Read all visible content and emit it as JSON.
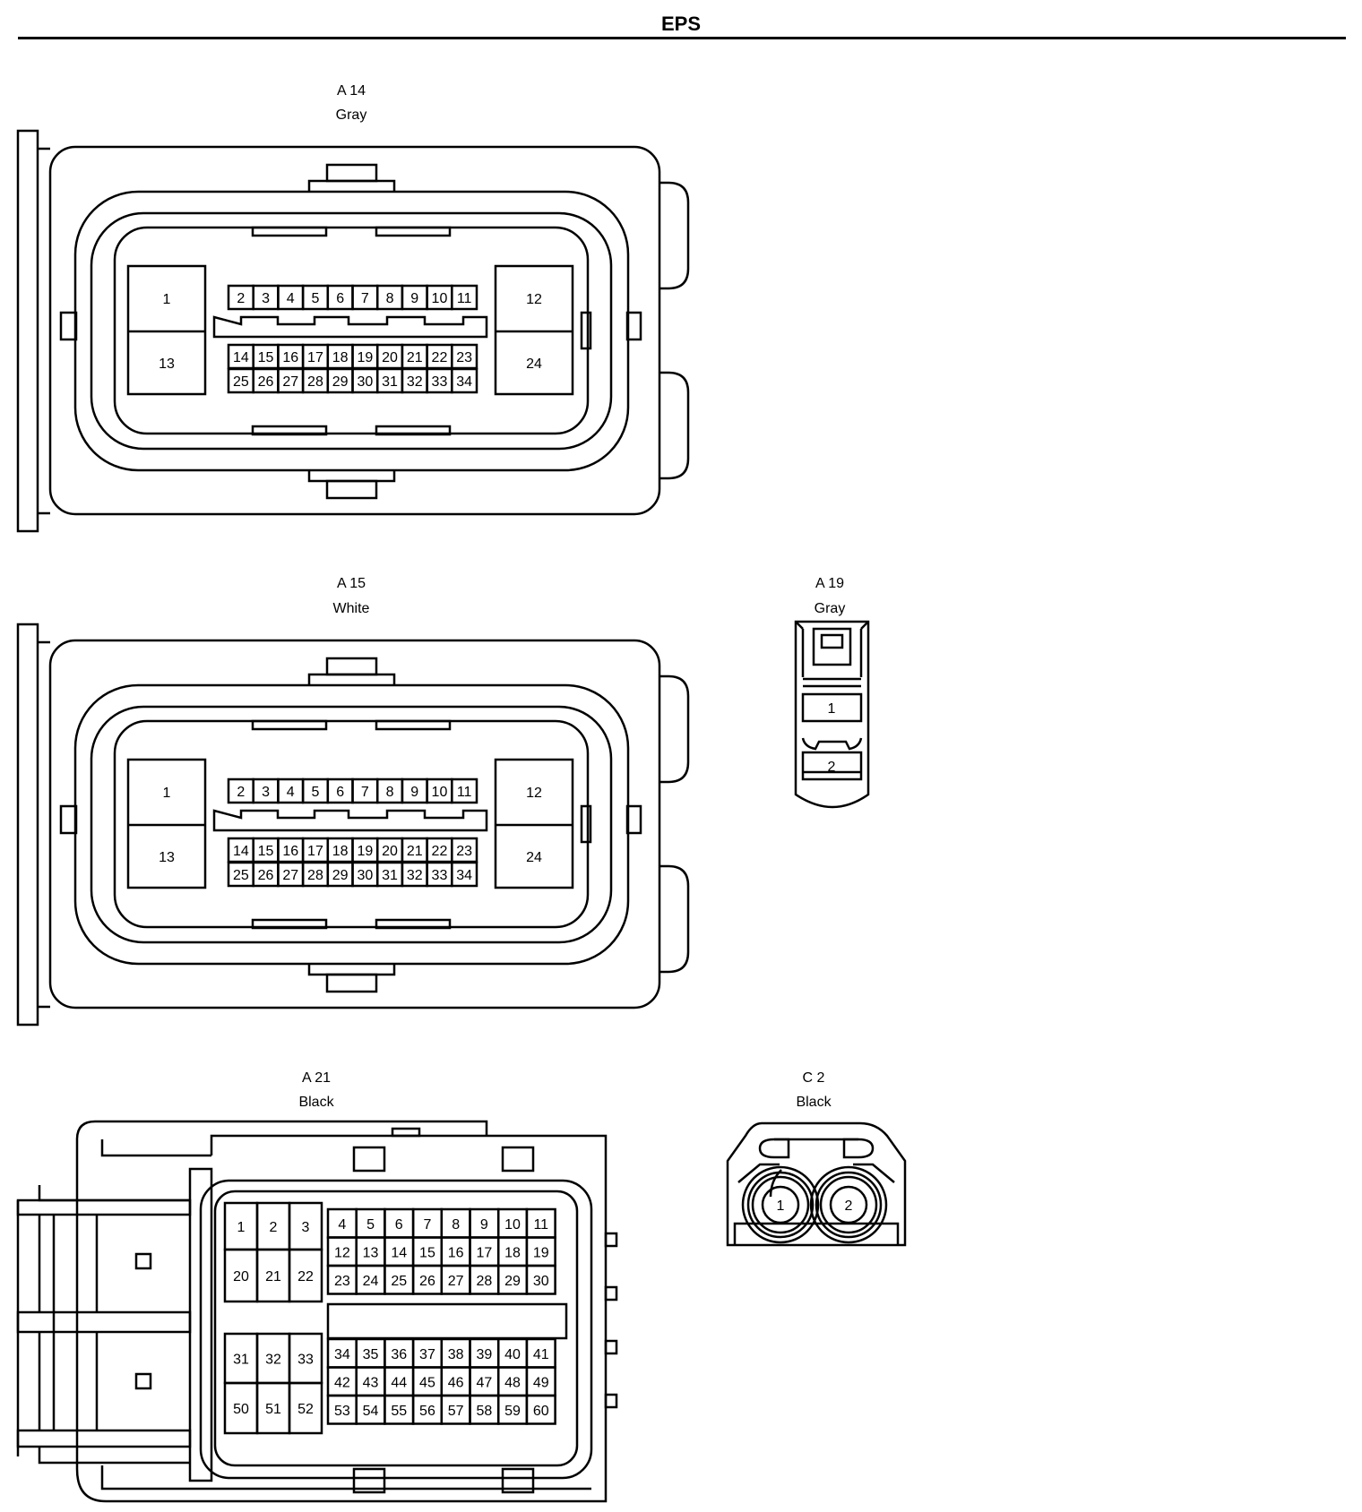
{
  "title": "EPS",
  "connectors": [
    {
      "id": "a14",
      "code": "A 14",
      "color": "Gray"
    },
    {
      "id": "a15",
      "code": "A 15",
      "color": "White"
    },
    {
      "id": "a19",
      "code": "A 19",
      "color": "Gray"
    },
    {
      "id": "a21",
      "code": "A 21",
      "color": "Black"
    },
    {
      "id": "c2",
      "code": "C 2",
      "color": "Black"
    }
  ],
  "pins": {
    "a14": {
      "count": 34
    },
    "a15": {
      "count": 34
    },
    "a19": {
      "count": 2
    },
    "a21": {
      "count": 60
    },
    "c2": {
      "count": 2
    }
  }
}
